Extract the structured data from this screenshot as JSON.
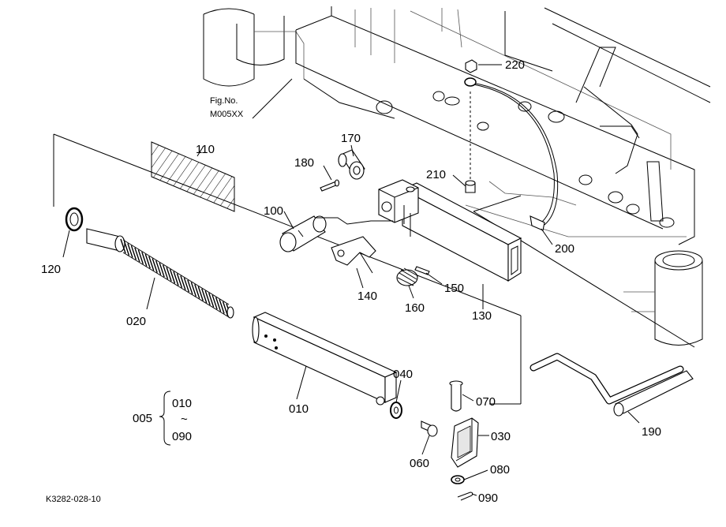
{
  "figure": {
    "fig_no_caption": "Fig.No.",
    "fig_no_value": "M005XX",
    "drawing_code": "K3282-028-10"
  },
  "group": {
    "number": "005",
    "range_start": "010",
    "range_tilde": "~",
    "range_end": "090"
  },
  "callouts": {
    "p010": "010",
    "p020": "020",
    "p030": "030",
    "p040": "040",
    "p060": "060",
    "p070": "070",
    "p080": "080",
    "p090": "090",
    "p100": "100",
    "p110": "110",
    "p120": "120",
    "p130": "130",
    "p140": "140",
    "p150": "150",
    "p160": "160",
    "p170": "170",
    "p180": "180",
    "p190": "190",
    "p200": "200",
    "p210": "210",
    "p220": "220"
  }
}
